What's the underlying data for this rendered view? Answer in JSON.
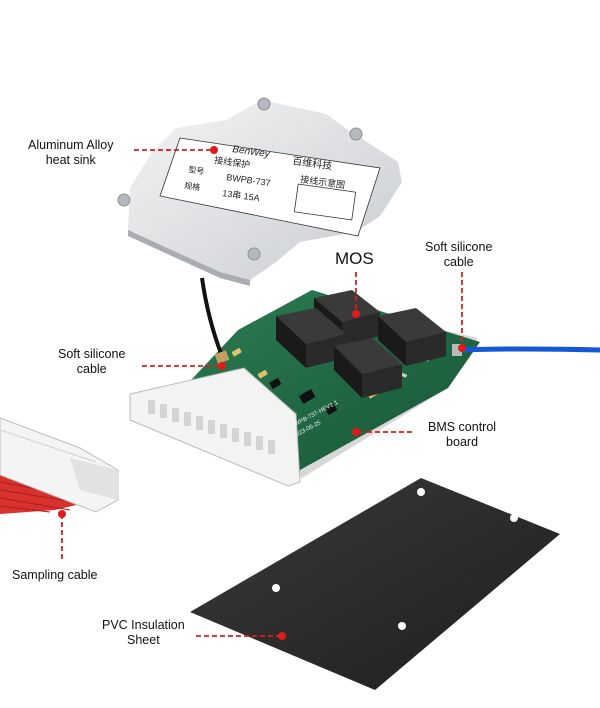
{
  "colors": {
    "leader": "#e01b1b",
    "pcb": "#1f6b45",
    "heatsink": "#e4e6e8",
    "mosfet": "#1a1a1a",
    "cable_blue": "#1657d6",
    "ribbon_red": "#d9322e",
    "insulation": "#2a2a2a"
  },
  "labels": {
    "heatsink": {
      "line1": "Aluminum Alloy",
      "line2": "heat sink"
    },
    "mos": {
      "line1": "MOS"
    },
    "silicone_right": {
      "line1": "Soft silicone",
      "line2": "cable"
    },
    "silicone_left": {
      "line1": "Soft silicone",
      "line2": "cable"
    },
    "bms": {
      "line1": "BMS control",
      "line2": "board"
    },
    "sampling": {
      "line1": "Sampling cable"
    },
    "pvc": {
      "line1": "PVC Insulation",
      "line2": "Sheet"
    }
  },
  "heatsink_print": {
    "brand": "BenWey",
    "company": "百维科技",
    "line_protect": "接线保护",
    "model": "BWPB-737",
    "spec": "13串 15A",
    "diagram_caption": "接线示意图",
    "field1": "型号",
    "field2": "规格"
  },
  "board_print": {
    "silk1": "BWPB-737-HEV1.1",
    "silk2": "2023-06-25"
  }
}
